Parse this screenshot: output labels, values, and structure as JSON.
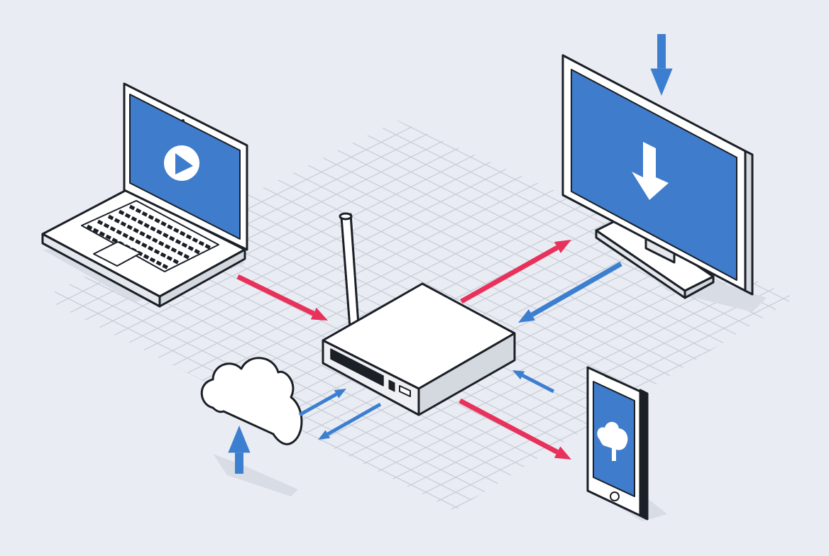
{
  "palette": {
    "background": "#e9ecf3",
    "grid": "#c9ced8",
    "screen_blue": "#3f7ccb",
    "flow_red": "#e8315b",
    "flow_blue": "#3c7fd0",
    "outline": "#1b1f26",
    "device_white": "#ffffff",
    "device_side": "#e4e7ec",
    "shadow": "#d8dce5"
  },
  "devices": [
    {
      "id": "laptop",
      "icon": "play-icon"
    },
    {
      "id": "monitor",
      "icon": "download-arrow-icon"
    },
    {
      "id": "router",
      "icon": "antenna-icon"
    },
    {
      "id": "cloud",
      "icon": "cloud-icon"
    },
    {
      "id": "smartphone",
      "icon": "cloud-download-icon"
    }
  ],
  "connections": [
    {
      "from": "laptop",
      "to": "router",
      "color": "flow_red",
      "direction": "to-router"
    },
    {
      "from": "router",
      "to": "monitor",
      "color": "flow_red",
      "direction": "to-monitor"
    },
    {
      "from": "monitor",
      "to": "router",
      "color": "flow_blue",
      "direction": "to-router"
    },
    {
      "from": "router",
      "to": "smartphone",
      "color": "flow_red",
      "direction": "to-smartphone"
    },
    {
      "from": "smartphone",
      "to": "router",
      "color": "flow_blue",
      "direction": "to-router"
    },
    {
      "from": "cloud",
      "to": "router",
      "color": "flow_blue",
      "direction": "to-router"
    },
    {
      "from": "router",
      "to": "cloud",
      "color": "flow_blue",
      "direction": "to-cloud"
    }
  ],
  "standalone_arrows": [
    {
      "near": "monitor",
      "color": "flow_blue",
      "direction": "down"
    },
    {
      "near": "cloud",
      "color": "flow_blue",
      "direction": "up"
    }
  ]
}
